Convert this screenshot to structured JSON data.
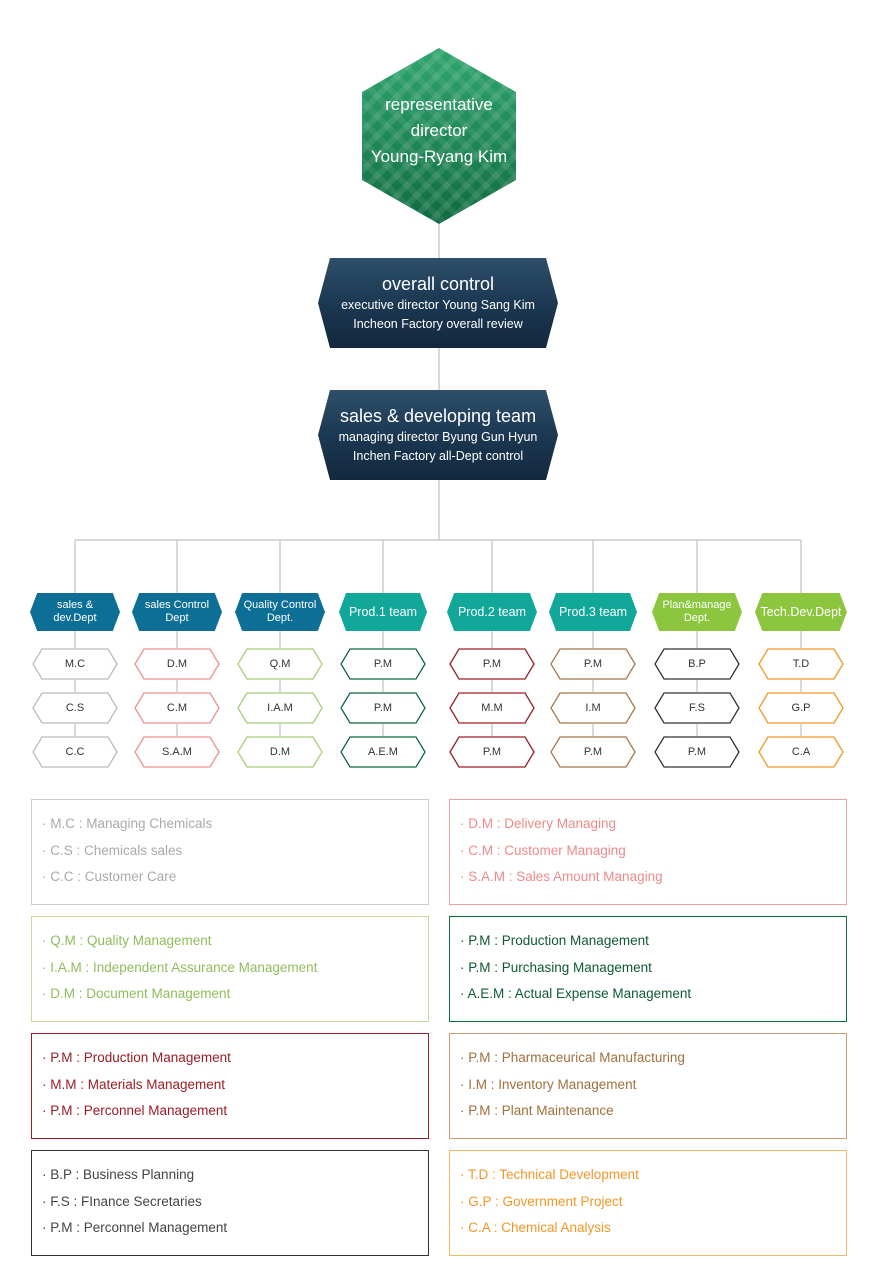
{
  "ceo": {
    "lines": [
      "representative",
      "director",
      "Young-Ryang Kim"
    ]
  },
  "overall": {
    "title": "overall control",
    "line1": "executive director Young Sang Kim",
    "line2": "Incheon Factory overall review"
  },
  "sales_team": {
    "title": "sales & developing team",
    "line1": "managing director Byung Gun Hyun",
    "line2": "Inchen Factory all-Dept control"
  },
  "colors": {
    "connector": "#cccccc",
    "navy_dept": "#0e6f96",
    "teal_dept": "#11a89a",
    "green_dept": "#8cc63f"
  },
  "departments": [
    {
      "label": "sales &\ndev.Dept",
      "color": "#0e6f96",
      "sub_color": "#bbbbbb",
      "subs": [
        "M.C",
        "C.S",
        "C.C"
      ]
    },
    {
      "label": "sales Control\nDept",
      "color": "#0e6f96",
      "sub_color": "#ef9090",
      "subs": [
        "D.M",
        "C.M",
        "S.A.M"
      ]
    },
    {
      "label": "Quality Control\nDept.",
      "color": "#0e6f96",
      "sub_color": "#a8cf7a",
      "subs": [
        "Q.M",
        "I.A.M",
        "D.M"
      ]
    },
    {
      "label": "Prod.1 team",
      "color": "#11a89a",
      "sub_color": "#0f6a3c",
      "subs": [
        "P.M",
        "P.M",
        "A.E.M"
      ]
    },
    {
      "label": "Prod.2 team",
      "color": "#11a89a",
      "sub_color": "#9c1c26",
      "subs": [
        "P.M",
        "M.M",
        "P.M"
      ]
    },
    {
      "label": "Prod.3 team",
      "color": "#11a89a",
      "sub_color": "#a8764a",
      "subs": [
        "P.M",
        "I.M",
        "P.M"
      ]
    },
    {
      "label": "Plan&manage\nDept.",
      "color": "#8cc63f",
      "sub_color": "#333333",
      "subs": [
        "B.P",
        "F.S",
        "P.M"
      ]
    },
    {
      "label": "Tech.Dev.Dept",
      "color": "#8cc63f",
      "sub_color": "#f29727",
      "subs": [
        "T.D",
        "G.P",
        "C.A"
      ]
    }
  ],
  "legends": [
    {
      "border": "#cccccc",
      "text_color": "#aaaaaa",
      "lines": [
        "· M.C : Managing Chemicals",
        "· C.S : Chemicals sales",
        "· C.C : Customer Care"
      ]
    },
    {
      "border": "#f0a0a0",
      "text_color": "#ef8a8a",
      "lines": [
        "· D.M : Delivery Managing",
        "· C.M : Customer Managing",
        "· S.A.M : Sales Amount Managing"
      ]
    },
    {
      "border": "#c5dca0",
      "text_color": "#8fbd5c",
      "lines": [
        "· Q.M : Quality Management",
        "· I.A.M : Independent Assurance Management",
        "· D.M : Document Management"
      ]
    },
    {
      "border": "#0f6a3c",
      "text_color": "#0f5a32",
      "lines": [
        "· P.M : Production Management",
        "· P.M : Purchasing Management",
        "· A.E.M : Actual Expense Management"
      ]
    },
    {
      "border": "#9c1c26",
      "text_color": "#9c1c26",
      "lines": [
        "· P.M : Production Management",
        "· M.M : Materials Management",
        "· P.M : Perconnel Management"
      ]
    },
    {
      "border": "#c89a70",
      "text_color": "#a0703e",
      "lines": [
        "· P.M : Pharmaceurical Manufacturing",
        "· I.M : Inventory Management",
        "· P.M : Plant Maintenance"
      ]
    },
    {
      "border": "#333333",
      "text_color": "#444444",
      "lines": [
        "· B.P : Business Planning",
        "· F.S : FInance Secretaries",
        "· P.M : Perconnel Management"
      ]
    },
    {
      "border": "#f6b86a",
      "text_color": "#f29727",
      "lines": [
        "· T.D : Technical Development",
        "· G.P : Government Project",
        "· C.A : Chemical Analysis"
      ]
    }
  ]
}
